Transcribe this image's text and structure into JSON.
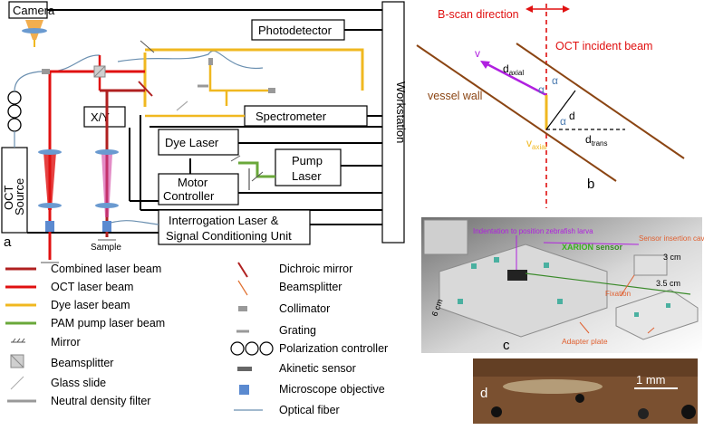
{
  "panel_a": {
    "camera": "Camera",
    "photodetector": "Photodetector",
    "spectrometer": "Spectrometer",
    "xy": "X/Y",
    "dye_laser": "Dye Laser",
    "pump_laser_1": "Pump",
    "pump_laser_2": "Laser",
    "motor_1": "Motor",
    "motor_2": "Controller",
    "interrogation_1": "Interrogation Laser &",
    "interrogation_2": "Signal Conditioning Unit",
    "workstation": "Workstation",
    "oct_source_1": "OCT",
    "oct_source_2": "Source",
    "sample": "Sample",
    "panel_label": "a"
  },
  "legend_left": [
    {
      "label": "Combined laser beam",
      "color": "#b02020"
    },
    {
      "label": "OCT laser beam",
      "color": "#e01010"
    },
    {
      "label": "Dye laser beam",
      "color": "#f0b820"
    },
    {
      "label": "PAM pump laser beam",
      "color": "#6aa83a"
    },
    {
      "label": "Mirror"
    },
    {
      "label": "Beamsplitter"
    },
    {
      "label": "Glass slide"
    },
    {
      "label": "Neutral density filter"
    }
  ],
  "legend_right": [
    {
      "label": "Dichroic mirror"
    },
    {
      "label": "Beamsplitter"
    },
    {
      "label": "Collimator"
    },
    {
      "label": "Grating"
    },
    {
      "label": "Polarization controller"
    },
    {
      "label": "Akinetic sensor"
    },
    {
      "label": "Microscope objective"
    },
    {
      "label": "Optical fiber"
    }
  ],
  "panel_b": {
    "bscan": "B-scan direction",
    "oct_beam": "OCT incident beam",
    "vessel_wall": "vessel wall",
    "v": "v",
    "d_axial": "d",
    "d_axial_sub": "axial",
    "alpha": "α",
    "d": "d",
    "v_axial": "v",
    "v_axial_sub": "axial",
    "d_trans": "d",
    "d_trans_sub": "trans",
    "panel_label": "b"
  },
  "panel_c": {
    "indentation": "Indentation to position zebrafish larva",
    "sensor": "Sensor insertion cavity",
    "xarion_prefix": "XARION",
    "xarion_suffix": " sensor",
    "dim_3cm": "3 cm",
    "dim_35cm": "3.5 cm",
    "dim_6cm": "6 cm",
    "fixation": "Fixation",
    "adapter": "Adapter plate",
    "panel_label": "c"
  },
  "panel_d": {
    "scale": "1 mm",
    "panel_label": "d"
  },
  "colors": {
    "combined": "#b02020",
    "oct": "#e01010",
    "dye": "#f0b820",
    "pump": "#6aa83a",
    "vessel": "#8b4513",
    "velocity": "#b020e0",
    "fiber": "#6a8fb0"
  }
}
